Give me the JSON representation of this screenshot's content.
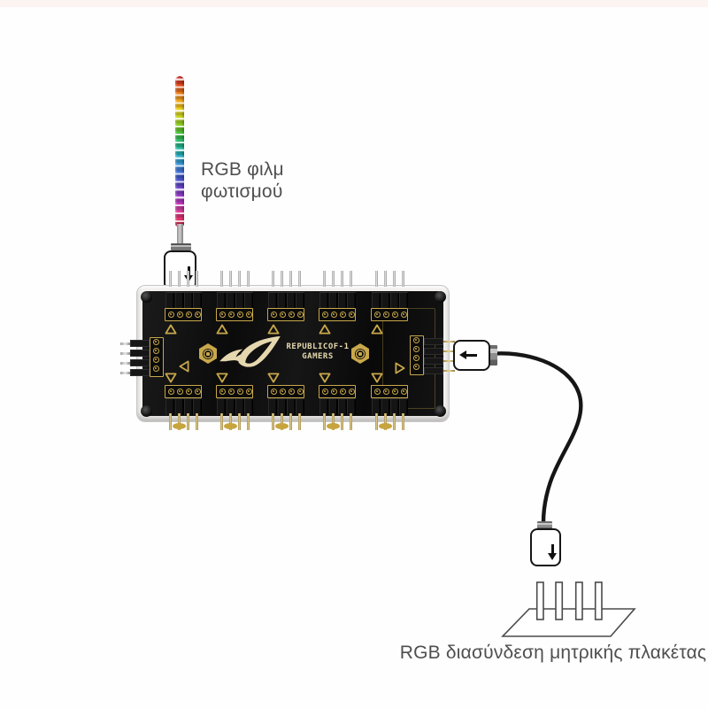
{
  "page": {
    "background_color": "#ffffff",
    "top_band_color": "#fbf4f0"
  },
  "strip_section": {
    "label_line1": "RGB φιλμ",
    "label_line2": "φωτισμού",
    "strip_colors": [
      "#c9201f",
      "#e2471c",
      "#ee7c19",
      "#f2a919",
      "#f1d21b",
      "#c2d81d",
      "#7ccd21",
      "#3cbf3d",
      "#27b97d",
      "#22b7ac",
      "#2fa5d5",
      "#3f82dc",
      "#3f59d1",
      "#5d47ca",
      "#8a3eca",
      "#b735bf",
      "#dd3fa5",
      "#e23570",
      "#cb2641"
    ],
    "connector_arrow": "arrow-down"
  },
  "hub": {
    "brand_line1": "REPUBLICOF-1",
    "brand_line2": "GAMERS",
    "logo": "rog-eye-logo",
    "top_header_count": 5,
    "bottom_header_count": 5,
    "side_header_count": 2,
    "pins_per_header": 4,
    "colors": {
      "pcb": "#0f0f0f",
      "gold": "#c8a84b",
      "logo_gold": "#e6d8ae",
      "acrylic": "#f1f0ee"
    }
  },
  "output_connector": {
    "arrow": "arrow-left"
  },
  "motherboard_section": {
    "connector_arrow": "arrow-down",
    "header_pin_count": 4,
    "label": "RGB διασύνδεση μητρικής πλακέτας"
  }
}
